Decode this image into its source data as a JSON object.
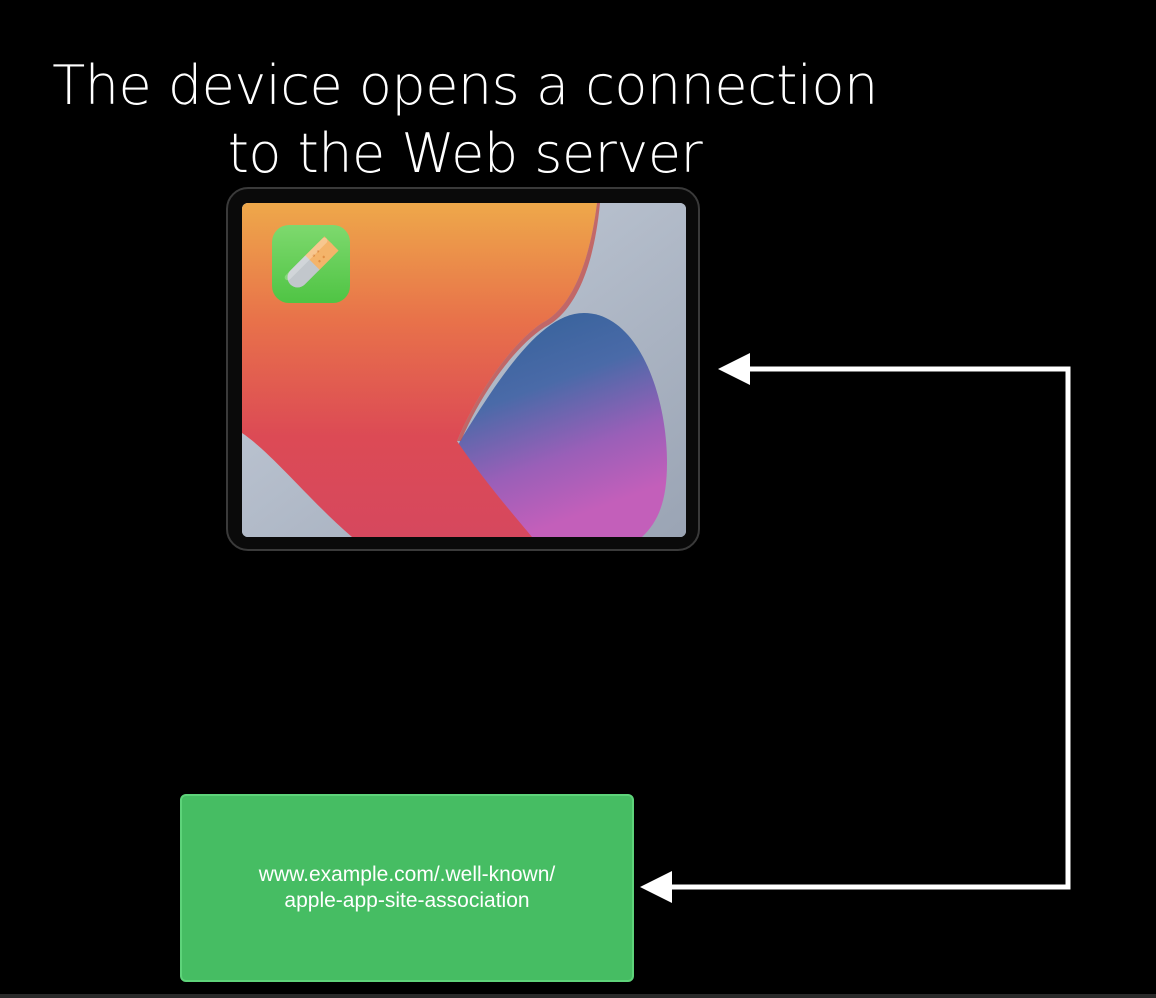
{
  "title": {
    "line1": "The device opens a connection",
    "line2": "to the Web server"
  },
  "server": {
    "line1": "www.example.com/.well-known/",
    "line2": "apple-app-site-association"
  },
  "colors": {
    "background": "#000000",
    "server_box": "#46bd63",
    "app_icon": "#5ccd4f",
    "arrow": "#ffffff"
  },
  "icons": {
    "device": "tablet-icon",
    "app": "bandage-app-icon"
  }
}
